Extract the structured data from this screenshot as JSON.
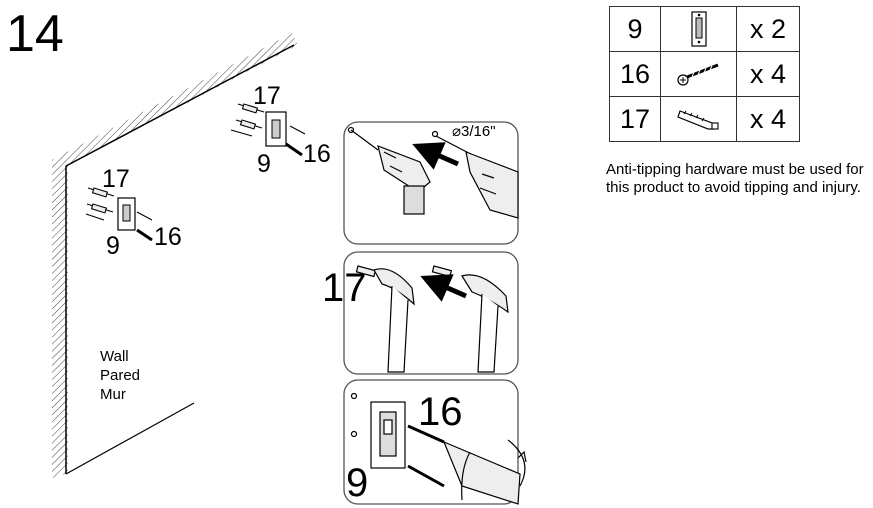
{
  "step": {
    "number": "14"
  },
  "parts": [
    {
      "id": "9",
      "quantity": "x 2",
      "icon": "bracket-icon"
    },
    {
      "id": "16",
      "quantity": "x 4",
      "icon": "screw-icon"
    },
    {
      "id": "17",
      "quantity": "x 4",
      "icon": "wall-anchor-icon"
    }
  ],
  "warning": "Anti-tipping hardware must be used for this product to avoid tipping and injury.",
  "wall": {
    "en": "Wall",
    "es": "Pared",
    "fr": "Mur"
  },
  "callouts": {
    "anchor": "17",
    "bracket": "9",
    "screw": "16",
    "drill_size": "3/16\""
  }
}
